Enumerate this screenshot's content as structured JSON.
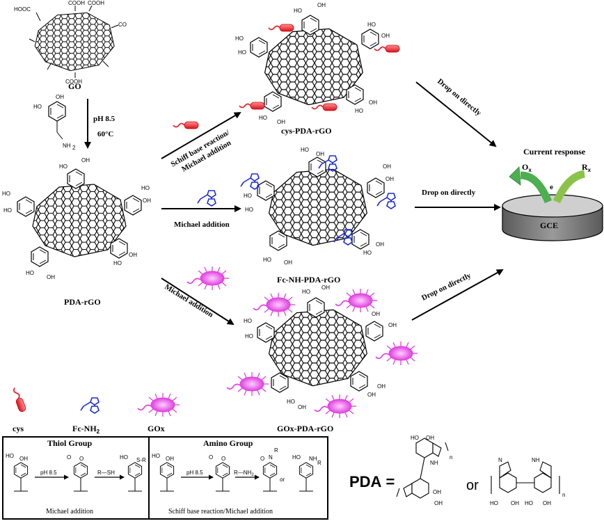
{
  "labels": {
    "go": "GO",
    "ph_condition": "pH 8.5",
    "temp_condition": "60°C",
    "pda_rgo": "PDA-rGO",
    "cys_pda_rgo": "cys-PDA-rGO",
    "fc_nh_pda_rgo": "Fc-NH-PDA-rGO",
    "gox_pda_rgo": "GOx-PDA-rGO",
    "schiff_michael_line1": "Schiff base reaction/",
    "schiff_michael_line2": "Michael addition",
    "michael_addition_mid": "Michael addition",
    "michael_addition_low": "Michael addition",
    "drop_directly_1": "Drop on directly",
    "drop_directly_2": "Drop on directly",
    "drop_directly_3": "Drop on directly",
    "current_response": "Current response",
    "ox": "O",
    "ox_sub": "x",
    "rx": "R",
    "rx_sub": "x",
    "electron": "e",
    "gce": "GCE"
  },
  "legend": {
    "cys": "cys",
    "fc_nh2": "Fc-NH",
    "fc_nh2_sub": "2",
    "gox": "GOx"
  },
  "mechanism": {
    "thiol_title": "Thiol Group",
    "amino_title": "Amino Group",
    "ph_1": "pH 8.5",
    "reagent_sh": "R—SH",
    "michael_caption": "Michael addition",
    "ph_2": "pH 8.5",
    "reagent_nh2": "R—NH",
    "reagent_nh2_sub": "2",
    "or_word": "or",
    "schiff_caption": "Schiff base reaction/Michael addition"
  },
  "pda_structure": {
    "pda_label": "PDA",
    "equals": "=",
    "or_word": "or",
    "ho": "HO",
    "oh": "OH",
    "nh": "NH",
    "n_sub": "n"
  },
  "go_groups": {
    "hooc": "HOOC",
    "cooh": "COOH",
    "co": "CO"
  },
  "colors": {
    "cys_red": "#e8202a",
    "fc_blue": "#1a2cd6",
    "gox_magenta": "#e040e0",
    "gce_gray": "#7a7a7a",
    "arrow_green": "#4caf50"
  }
}
